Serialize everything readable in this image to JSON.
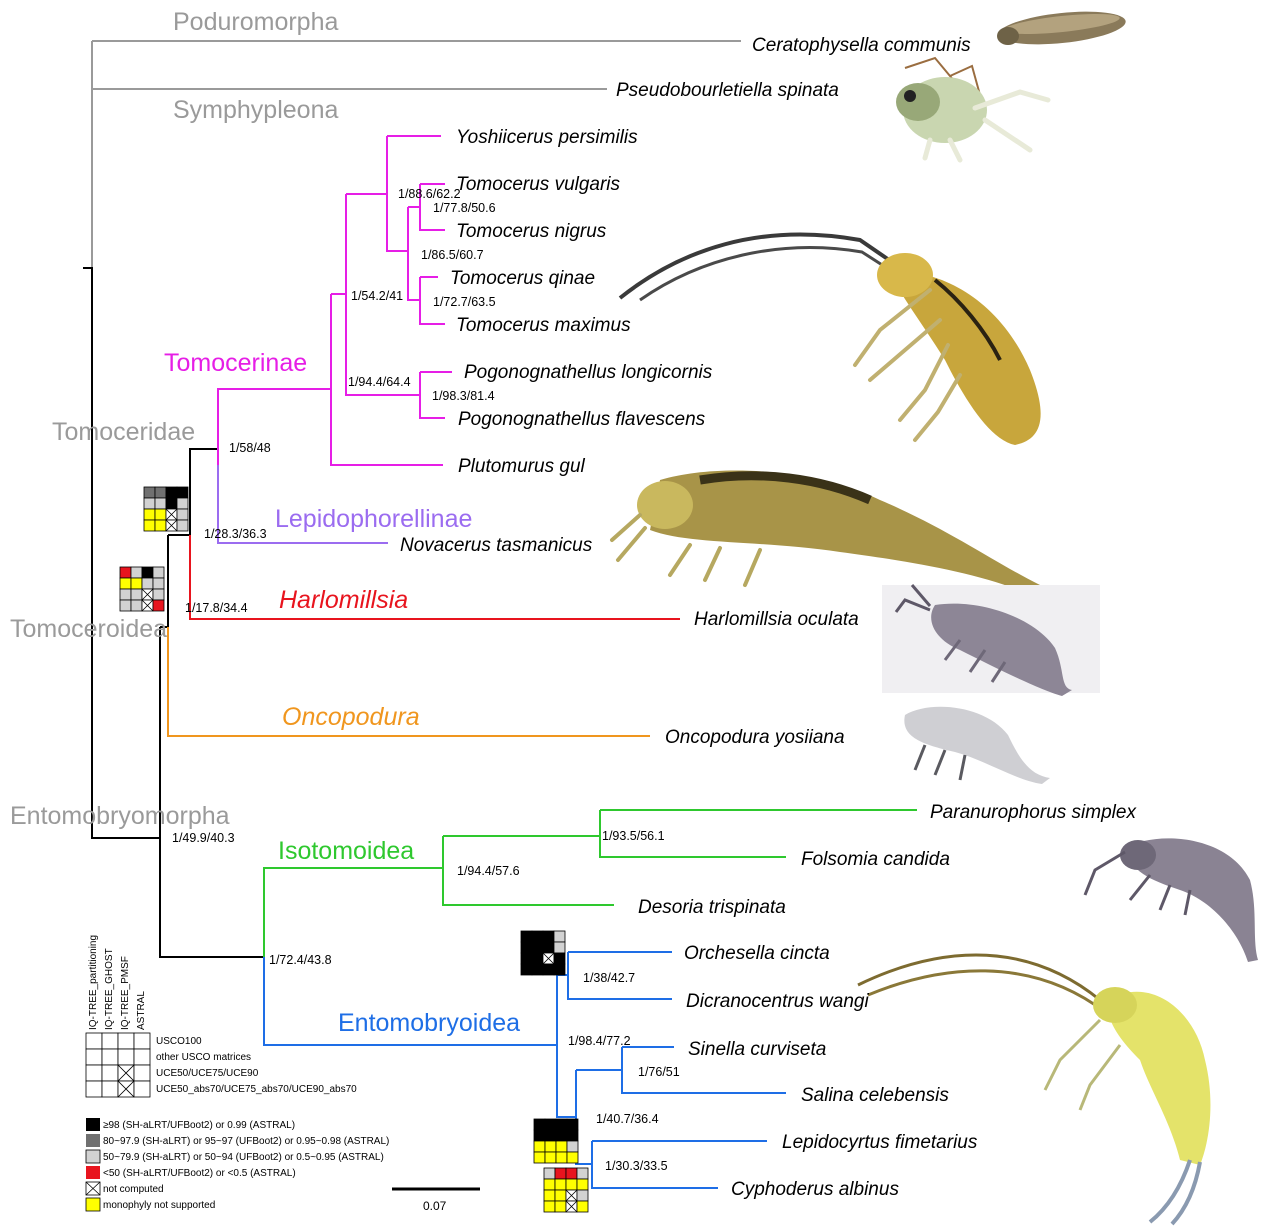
{
  "colors": {
    "outgroup": "#9a9a9a",
    "backbone": "#000000",
    "tomocerinae": "#e61ee6",
    "lepidophorellinae": "#9b6cf0",
    "harlomillsia": "#e8141e",
    "oncopodura": "#f0961e",
    "isotomoidea": "#2ec82e",
    "entomobryoidea": "#1e6ee6",
    "support_black": "#000000",
    "support_dark": "#707070",
    "support_light": "#d2d2d2",
    "support_red": "#e8141e",
    "support_yellow": "#ffff00"
  },
  "clade_labels": {
    "poduromorpha": "Poduromorpha",
    "symphypleona": "Symphypleona",
    "tomoceridae": "Tomoceridae",
    "tomoceroidea": "Tomoceroidea",
    "entomobryomorpha": "Entomobryomorpha",
    "tomocerinae": "Tomocerinae",
    "lepidophorellinae": "Lepidophorellinae",
    "harlomillsia": "Harlomillsia",
    "oncopodura": "Oncopodura",
    "isotomoidea": "Isotomoidea",
    "entomobryoidea": "Entomobryoidea"
  },
  "taxa": {
    "ceratophysella": "Ceratophysella communis",
    "pseudobourletiella": "Pseudobourletiella spinata",
    "yoshiicerus": "Yoshiicerus persimilis",
    "tvulgaris": "Tomocerus vulgaris",
    "tnigrus": "Tomocerus nigrus",
    "tqinae": "Tomocerus qinae",
    "tmaximus": "Tomocerus maximus",
    "plongicornis": "Pogonognathellus longicornis",
    "pflavescens": "Pogonognathellus flavescens",
    "plutomurus": "Plutomurus gul",
    "novacerus": "Novacerus tasmanicus",
    "harlomillsia": "Harlomillsia oculata",
    "oncopodura": "Oncopodura yosiiana",
    "paranurophorus": "Paranurophorus simplex",
    "folsomia": "Folsomia candida",
    "desoria": "Desoria trispinata",
    "orchesella": "Orchesella cincta",
    "dicranocentrus": "Dicranocentrus wangi",
    "sinella": "Sinella curviseta",
    "salina": "Salina celebensis",
    "lepidocyrtus": "Lepidocyrtus fimetarius",
    "cyphoderus": "Cyphoderus albinus"
  },
  "support": {
    "tvulgaris_nigrus_a": "1/88.6/62.2",
    "tvulgaris_nigrus_b": "1/77.8/50.6",
    "tomocerus": "1/86.5/60.7",
    "tomocerini": "1/54.2/41",
    "tqinae_maximus": "1/72.7/63.5",
    "pogonognathellus_a": "1/94.4/64.4",
    "pogonognathellus_b": "1/98.3/81.4",
    "tomoceridae": "1/58/48",
    "lepidophorellinae": "1/28.3/36.3",
    "harlomillsia": "1/17.8/34.4",
    "entomobryomorpha": "1/49.9/40.3",
    "isotomoidea_a": "1/93.5/56.1",
    "isotomoidea_b": "1/94.4/57.6",
    "isot_entomob": "1/72.4/43.8",
    "orchesellidae": "1/38/42.7",
    "entomobryoidea": "1/98.4/77.2",
    "sinella_salina": "1/76/51",
    "entomobryidae": "1/40.7/36.4",
    "lepido_cypho": "1/30.3/33.5"
  },
  "legend": {
    "methods": [
      "IQ-TREE_partitioning",
      "IQ-TREE_GHOST",
      "IQ-TREE_PMSF",
      "ASTRAL"
    ],
    "matrices": [
      "USCO100",
      "other USCO matrices",
      "UCE50/UCE75/UCE90",
      "UCE50_abs70/UCE75_abs70/UCE90_abs70"
    ],
    "keys": [
      "≥98 (SH-aLRT/UFBoot2) or 0.99 (ASTRAL)",
      "80~97.9 (SH-aLRT) or 95~97 (UFBoot2) or 0.95~0.98 (ASTRAL)",
      "50~79.9 (SH-aLRT) or 50~94 (UFBoot2) or 0.5~0.95 (ASTRAL)",
      "<50 (SH-aLRT/UFBoot2) or <0.5 (ASTRAL)",
      "not computed",
      "monophyly not supported"
    ]
  },
  "scale_bar": {
    "label": "0.07",
    "value": 0.07
  },
  "photos": [
    "ceratophysella-photo",
    "pseudobourletiella-photo",
    "tomocerus-photo",
    "novacerus-photo",
    "harlomillsia-photo",
    "oncopodura-photo",
    "isotomid-photo",
    "entomobryid-photo"
  ]
}
